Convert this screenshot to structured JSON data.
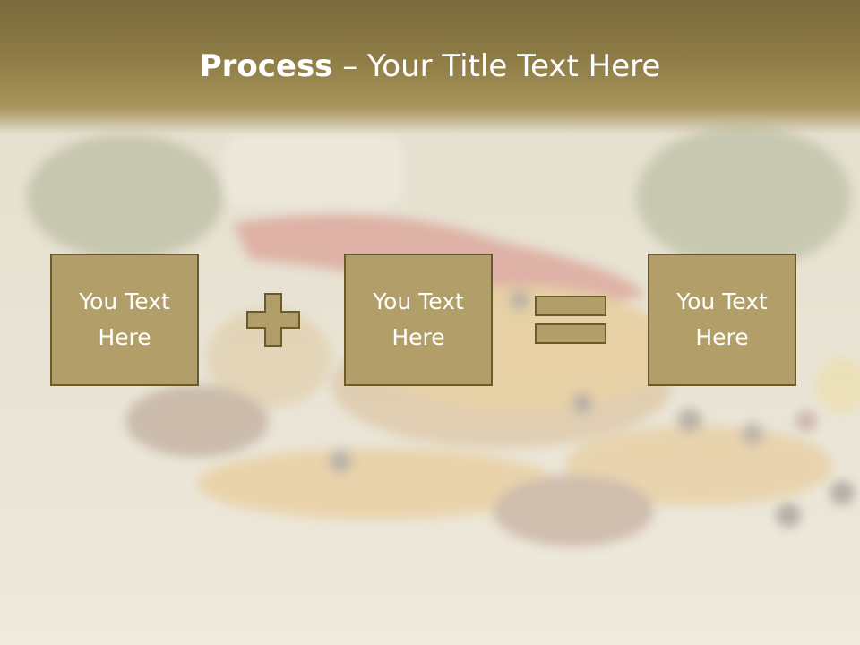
{
  "title": {
    "bold": "Process",
    "rest": " – Your Title Text Here"
  },
  "boxes": [
    {
      "text": "You Text\nHere"
    },
    {
      "text": "You Text\nHere"
    },
    {
      "text": "You Text\nHere"
    }
  ],
  "operators": [
    "plus-icon",
    "equals-icon"
  ],
  "colors": {
    "title_band": "#8f7d46",
    "box_fill": "#b19e68",
    "box_border": "#6a5a30",
    "text": "#ffffff"
  }
}
